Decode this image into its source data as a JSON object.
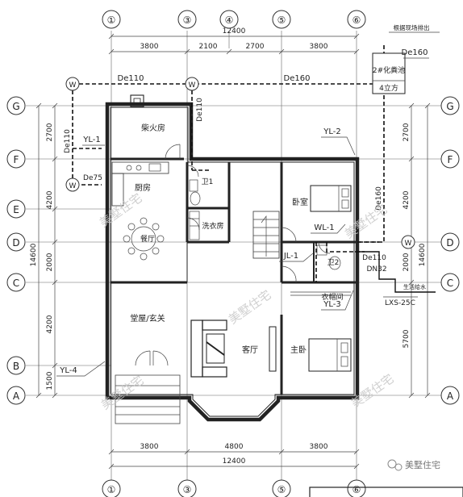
{
  "axes": {
    "top": [
      "①",
      "③",
      "④",
      "⑤",
      "⑥"
    ],
    "bottom": [
      "①",
      "③",
      "⑤",
      "⑥"
    ],
    "rows": [
      "G",
      "F",
      "E",
      "D",
      "C",
      "B",
      "A"
    ]
  },
  "dims": {
    "top_total": "12400",
    "top_segments": [
      "3800",
      "2100",
      "2700",
      "3800"
    ],
    "bottom_segments": [
      "3800",
      "4800",
      "3800"
    ],
    "bottom_total": "12400",
    "left_total": "14600",
    "right_total": "14600",
    "left_segments": [
      "2700",
      "4200",
      "2000",
      "4200",
      "1500"
    ],
    "right_segments": [
      "2700",
      "4200",
      "2000",
      "5700"
    ]
  },
  "rooms": {
    "firewood": "柴火房",
    "kitchen": "厨房",
    "toilet1": "卫1",
    "laundry": "洗衣房",
    "dining": "餐厅",
    "hall": "堂屋/玄关",
    "living": "客厅",
    "bedroom": "卧室",
    "toilet2": "卫2",
    "closet": "衣帽间",
    "master": "主卧"
  },
  "pipes": {
    "de110_top": "De110",
    "de160_top": "De160",
    "de110_vert": "De110",
    "yl1": "YL-1",
    "yl2": "YL-2",
    "yl3": "YL-3",
    "yl4": "YL-4",
    "wl1": "WL-1",
    "jl1": "JL-1",
    "de75": "De75",
    "de160_right": "De160",
    "de110_right": "De110",
    "dn32": "DN32",
    "lxs": "LXS-25C",
    "water_in": "生活给水",
    "w": "W",
    "de160_tank": "De160"
  },
  "septic": {
    "note": "根据现场排出",
    "label": "2#化粪池",
    "volume": "4立方"
  },
  "watermark": "美墅住宅",
  "footer_brand": "美墅住宅"
}
